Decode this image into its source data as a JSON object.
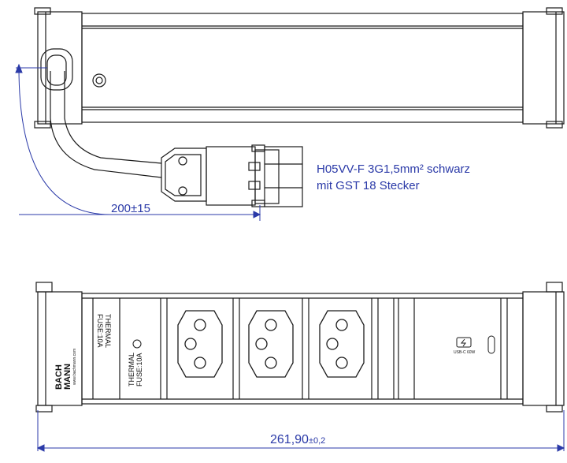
{
  "cable_spec": {
    "line1": "H05VV-F 3G1,5mm² schwarz",
    "line2": "mit GST 18 Stecker"
  },
  "dimensions": {
    "cable_length": "200±15",
    "total_length": "261,90",
    "total_tolerance": "±0,2"
  },
  "thermal_fuse": {
    "top": [
      "THERMAL",
      "FUSE:10A"
    ],
    "bottom": [
      "THERMAL",
      "FUSE:10A"
    ]
  },
  "brand": {
    "line1": "BACH",
    "line2": "MANN",
    "url": "www.bachmann.com"
  },
  "usb_module": {
    "label": "USB-C 60W"
  },
  "colors": {
    "dimension_blue": "#2b3aa8",
    "line": "#1a1a1a"
  }
}
